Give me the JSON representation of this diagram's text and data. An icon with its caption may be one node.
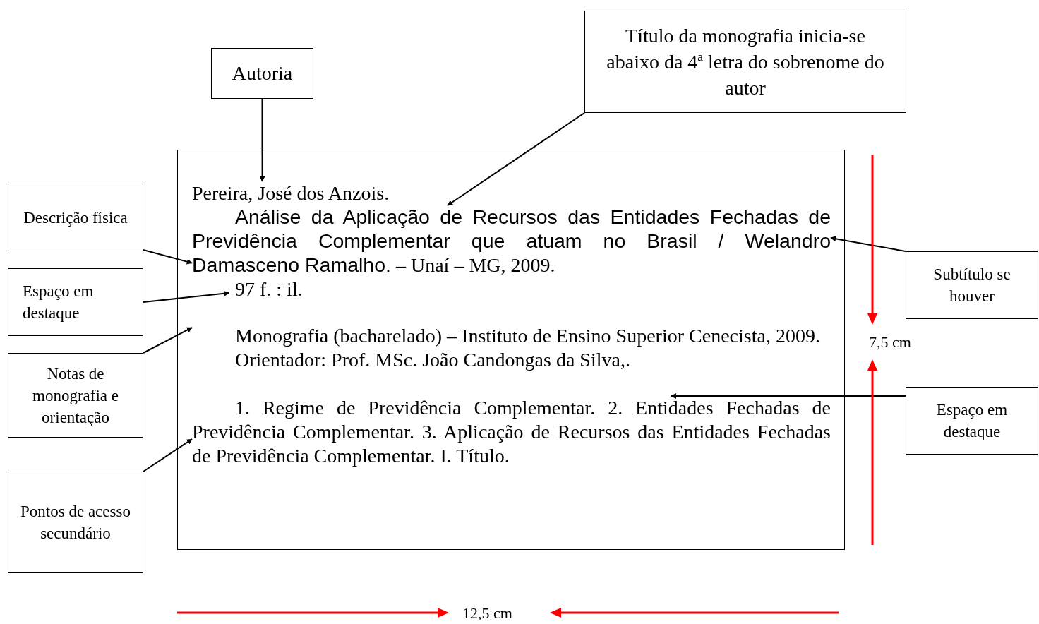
{
  "diagram": {
    "nodes": [
      {
        "text": [
          "Autoria"
        ]
      },
      {
        "text": [
          "Título da monografia inicia-se abaixo da 4ª letra do sobrenome do autor"
        ]
      },
      {
        "text": [
          "Descrição física"
        ]
      },
      {
        "text": [
          "Espaço em destaque"
        ]
      },
      {
        "text": [
          "Notas de monografia e orientação"
        ]
      },
      {
        "text": [
          "Pontos de acesso secundário"
        ]
      },
      {
        "text": [],
        "shape": "box"
      },
      {
        "text": [
          "Pereira, José dos Anzois."
        ],
        "in": 6
      },
      {
        "text": [
          "Análise da Aplicação de Recursos das Entidades Fechadas de Previdência Complementar que atuam no Brasil / Welandro Damasceno Ramalho.",
          "– Unaí – MG, 2009."
        ],
        "in": 6
      },
      {
        "text": [
          "97 f. : il."
        ],
        "in": 6
      },
      {
        "text": [
          "Monografia (bacharelado) – Instituto de Ensino Superior Cenecista, 2009."
        ],
        "in": 6
      },
      {
        "text": [
          "Orientador: Prof. MSc. João Candongas da Silva,."
        ],
        "in": 6
      },
      {
        "text": [
          "1. Regime de Previdência Complementar. 2. Entidades Fechadas de Previdência Complementar. 3. Aplicação de Recursos das Entidades Fechadas de Previdência Complementar. I. Título."
        ],
        "in": 6
      },
      {
        "text": [
          "Subtítulo se houver"
        ]
      },
      {
        "text": [
          "Espaço em destaque"
        ]
      }
    ],
    "edges": [
      {
        "from": 0,
        "to": 7,
        "arrow": "to"
      },
      {
        "from": 1,
        "to": 8,
        "arrow": "to"
      },
      {
        "from": 2,
        "to": 8,
        "arrow": "to"
      },
      {
        "from": 3,
        "to": 9,
        "arrow": "to"
      },
      {
        "from": 4,
        "to": 10,
        "arrow": "to"
      },
      {
        "from": 5,
        "to": 12,
        "arrow": "to"
      },
      {
        "from": 13,
        "to": 8,
        "arrow": "to"
      },
      {
        "from": 14,
        "to": 12,
        "arrow": "to"
      }
    ],
    "labels": [
      "7,5 cm",
      "12,5 cm"
    ]
  }
}
